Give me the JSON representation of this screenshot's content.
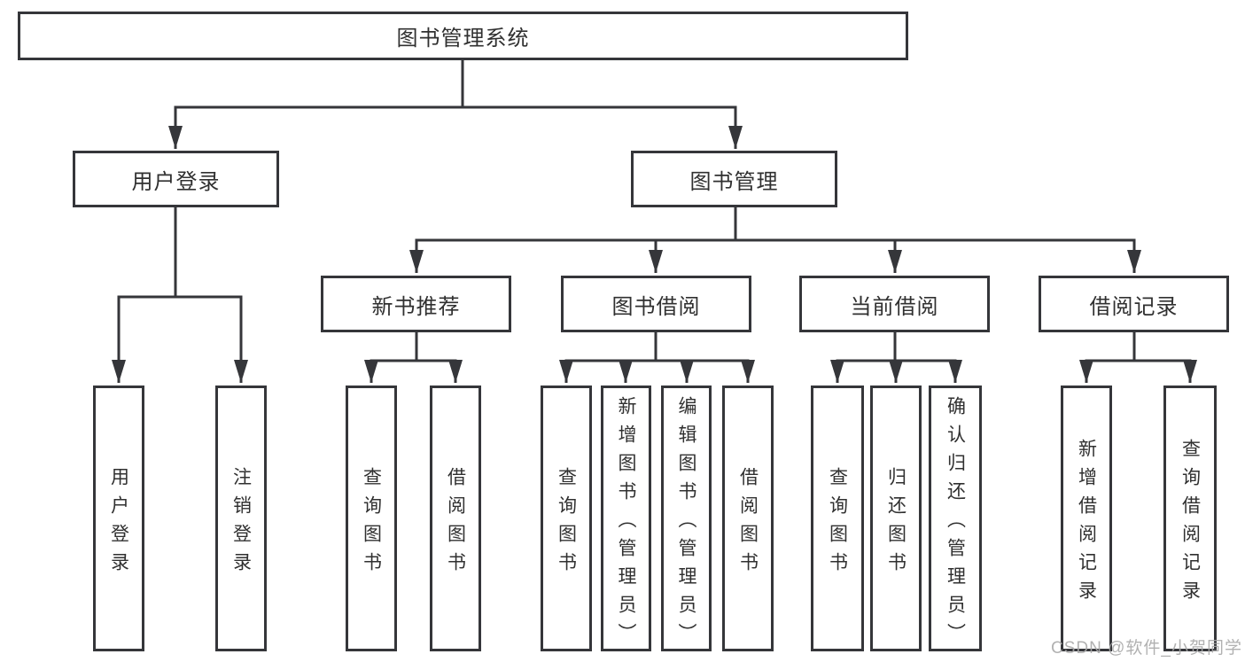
{
  "diagram": {
    "root": {
      "label": "图书管理系统"
    },
    "branches": [
      {
        "label": "用户登录",
        "children": [
          {
            "label": "用户登录"
          },
          {
            "label": "注销登录"
          }
        ]
      },
      {
        "label": "图书管理",
        "children": [
          {
            "label": "新书推荐",
            "children": [
              {
                "label": "查询图书"
              },
              {
                "label": "借阅图书"
              }
            ]
          },
          {
            "label": "图书借阅",
            "children": [
              {
                "label": "查询图书"
              },
              {
                "label": "新增图书（管理员）"
              },
              {
                "label": "编辑图书（管理员）"
              },
              {
                "label": "借阅图书"
              }
            ]
          },
          {
            "label": "当前借阅",
            "children": [
              {
                "label": "查询图书"
              },
              {
                "label": "归还图书"
              },
              {
                "label": "确认归还（管理员）"
              }
            ]
          },
          {
            "label": "借阅记录",
            "children": [
              {
                "label": "新增借阅记录"
              },
              {
                "label": "查询借阅记录"
              }
            ]
          }
        ]
      }
    ]
  },
  "watermark": {
    "text": "CSDN @软件_小贺同学"
  },
  "colors": {
    "line": "#35363a",
    "text": "#303030",
    "watermark": "#a9a9a9",
    "background": "#ffffff"
  }
}
